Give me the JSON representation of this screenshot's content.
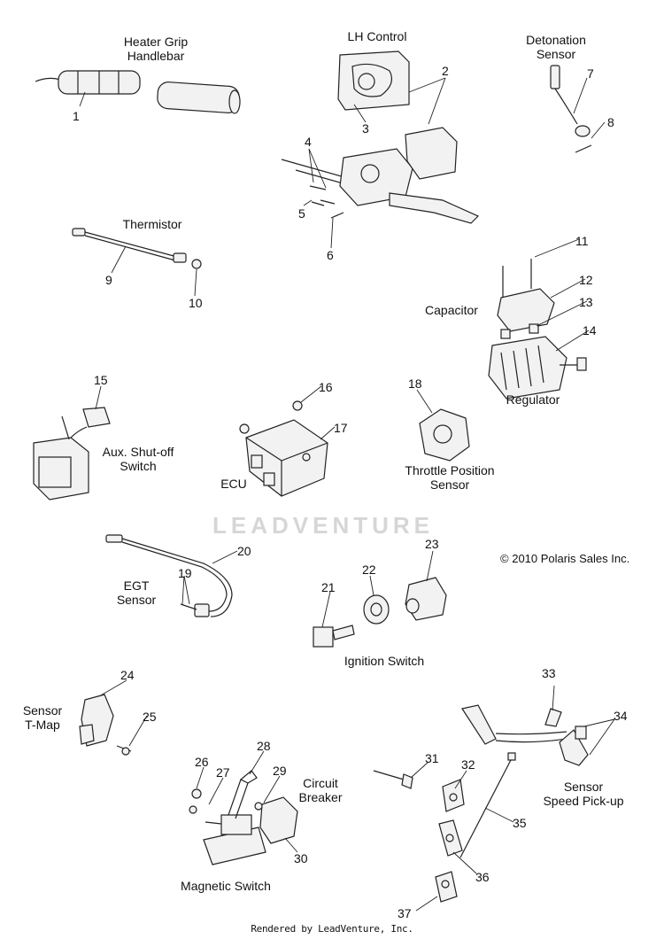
{
  "labels": {
    "heater_grip": "Heater Grip\nHandlebar",
    "lh_control": "LH Control",
    "detonation_sensor": "Detonation\nSensor",
    "thermistor": "Thermistor",
    "capacitor": "Capacitor",
    "regulator": "Regulator",
    "aux_shutoff": "Aux. Shut-off\nSwitch",
    "ecu": "ECU",
    "throttle_position": "Throttle Position\nSensor",
    "egt_sensor": "EGT\nSensor",
    "ignition_switch": "Ignition Switch",
    "sensor_tmap": "Sensor\nT-Map",
    "circuit_breaker": "Circuit\nBreaker",
    "sensor_speed": "Sensor\nSpeed Pick-up",
    "magnetic_switch": "Magnetic Switch"
  },
  "callouts": [
    "1",
    "2",
    "3",
    "4",
    "5",
    "6",
    "7",
    "8",
    "9",
    "10",
    "11",
    "12",
    "13",
    "14",
    "15",
    "16",
    "17",
    "18",
    "19",
    "20",
    "21",
    "22",
    "23",
    "24",
    "25",
    "26",
    "27",
    "28",
    "29",
    "30",
    "31",
    "32",
    "33",
    "34",
    "35",
    "36",
    "37"
  ],
  "copyright": "2010 Polaris Sales Inc.",
  "watermark": "LEADVENTURE",
  "footer": "Rendered by LeadVenture, Inc."
}
